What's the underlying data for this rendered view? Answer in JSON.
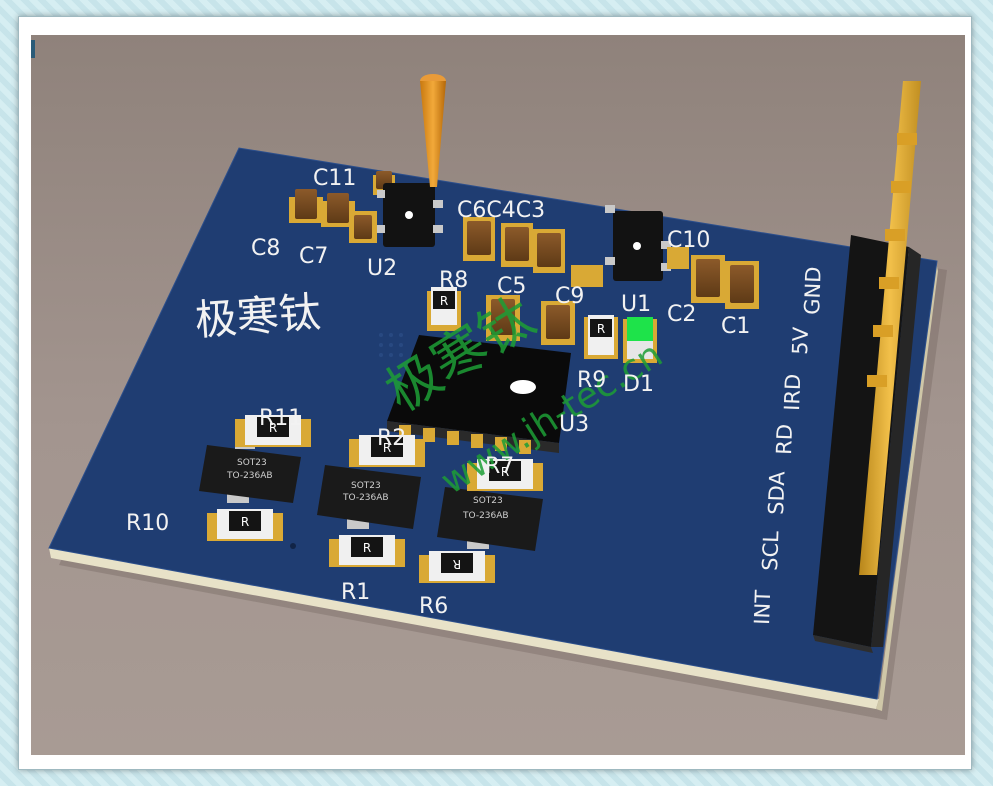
{
  "board": {
    "title_cn": "极寒钛",
    "watermark_cn": "极寒钛",
    "watermark_url": "www.jh-tec.cn"
  },
  "labels": {
    "C11": "C11",
    "C6C4C3": "C6C4C3",
    "C10": "C10",
    "C8": "C8",
    "C7": "C7",
    "U2": "U2",
    "R8": "R8",
    "C5": "C5",
    "C9": "C9",
    "U1": "U1",
    "C2": "C2",
    "C1": "C1",
    "R9": "R9",
    "D1": "D1",
    "U3": "U3",
    "R11": "R11",
    "R2": "R2",
    "R7": "R7",
    "R10": "R10",
    "R1": "R1",
    "R6": "R6"
  },
  "pins": [
    "INT",
    "SCL",
    "SDA",
    "RD",
    "IRD",
    "5V",
    "GND"
  ],
  "parts": {
    "resistor_mark": "R",
    "sot_line1": "SOT23",
    "sot_line2": "TO-236AB"
  },
  "colors": {
    "pcb": "#1f3d72",
    "pcb_edge": "#e8e2c8",
    "silk": "#f2f2f2",
    "pad": "#d9a935",
    "led": "#1ee34a"
  }
}
